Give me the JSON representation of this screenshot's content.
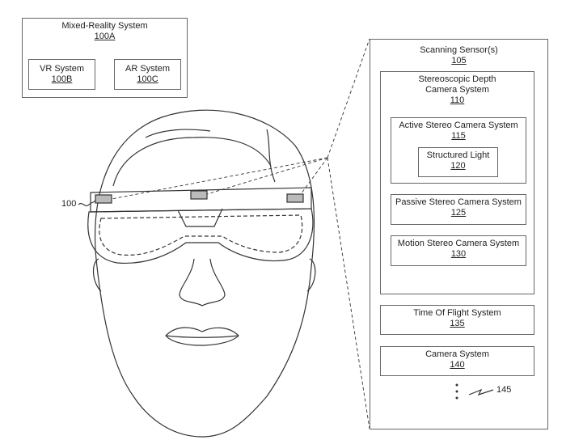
{
  "mixed_reality": {
    "title": "Mixed-Reality System",
    "ref": "100A",
    "vr": {
      "title": "VR System",
      "ref": "100B"
    },
    "ar": {
      "title": "AR System",
      "ref": "100C"
    }
  },
  "hmd_ref": "100",
  "scanning": {
    "title": "Scanning Sensor(s)",
    "ref": "105",
    "stereo": {
      "title_line1": "Stereoscopic Depth",
      "title_line2": "Camera System",
      "ref": "110",
      "active": {
        "title": "Active Stereo Camera System",
        "ref": "115",
        "structured": {
          "title": "Structured Light",
          "ref": "120"
        }
      },
      "passive": {
        "title": "Passive Stereo Camera System",
        "ref": "125"
      },
      "motion": {
        "title": "Motion Stereo Camera System",
        "ref": "130"
      }
    },
    "tof": {
      "title": "Time Of Flight System",
      "ref": "135"
    },
    "camera": {
      "title": "Camera System",
      "ref": "140"
    },
    "more_ref": "145"
  }
}
